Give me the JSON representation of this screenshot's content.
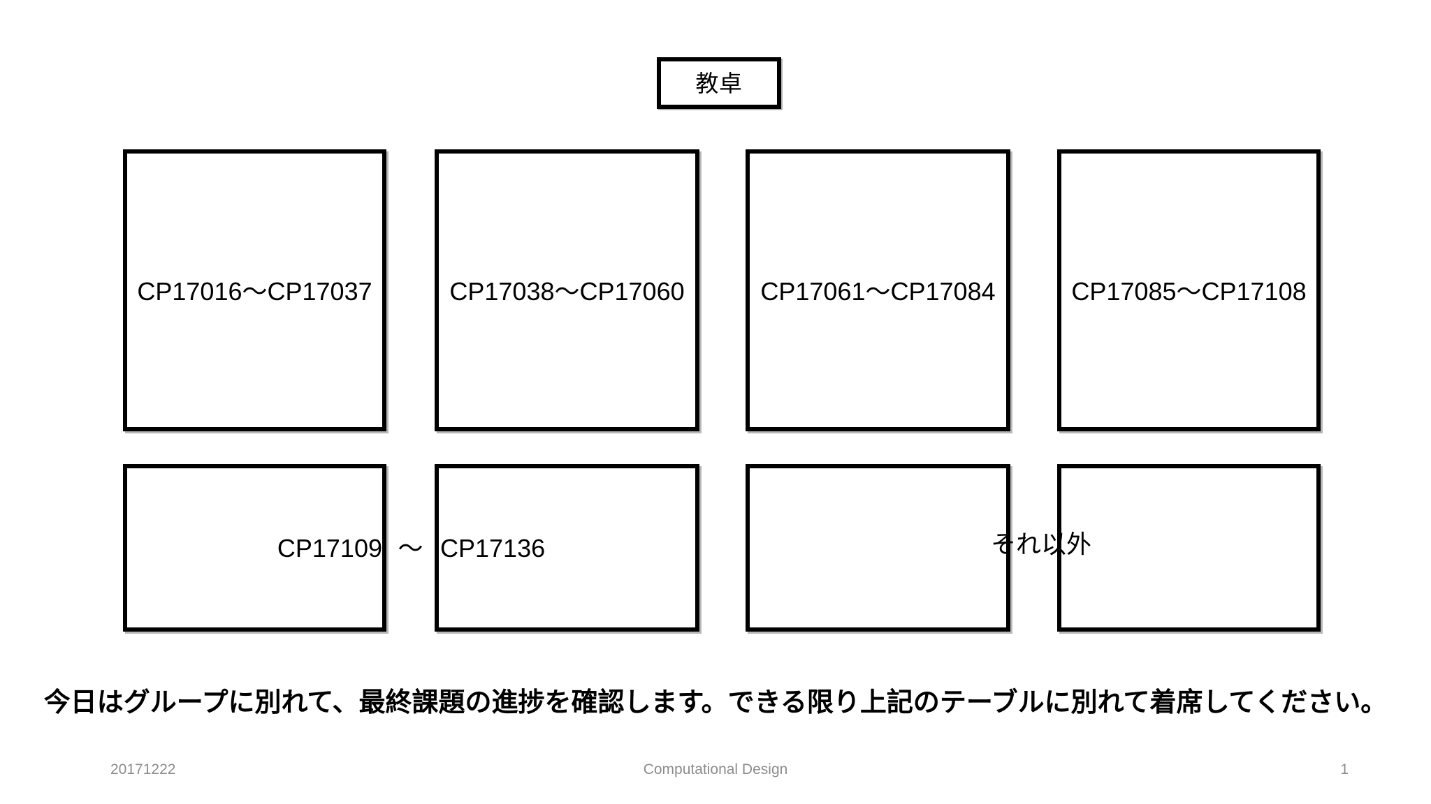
{
  "slide": {
    "podium": {
      "label": "教卓"
    },
    "tables": [
      {
        "id": "table-1",
        "row": 1,
        "label": "CP17016〜CP17037"
      },
      {
        "id": "table-2",
        "row": 1,
        "label": "CP17038〜CP17060"
      },
      {
        "id": "table-3",
        "row": 1,
        "label": "CP17061〜CP17084"
      },
      {
        "id": "table-4",
        "row": 1,
        "label": "CP17085〜CP17108"
      },
      {
        "id": "table-5",
        "row": 2,
        "label": "CP17109"
      },
      {
        "id": "table-6",
        "row": 2,
        "label": "CP17136"
      },
      {
        "id": "table-7",
        "row": 2,
        "label": ""
      },
      {
        "id": "table-8",
        "row": 2,
        "label": ""
      }
    ],
    "row2_range_separator": "〜",
    "row2_other_label": "それ以外",
    "caption": "今日はグループに別れて、最終課題の進捗を確認します。できる限り上記のテーブルに別れて着席してください。",
    "footer": {
      "date": "20171222",
      "title": "Computational Design",
      "page_number": "1"
    },
    "colors": {
      "background": "#ffffff",
      "outline": "#000000",
      "text": "#000000",
      "footer_text": "#8c8c8c"
    }
  }
}
